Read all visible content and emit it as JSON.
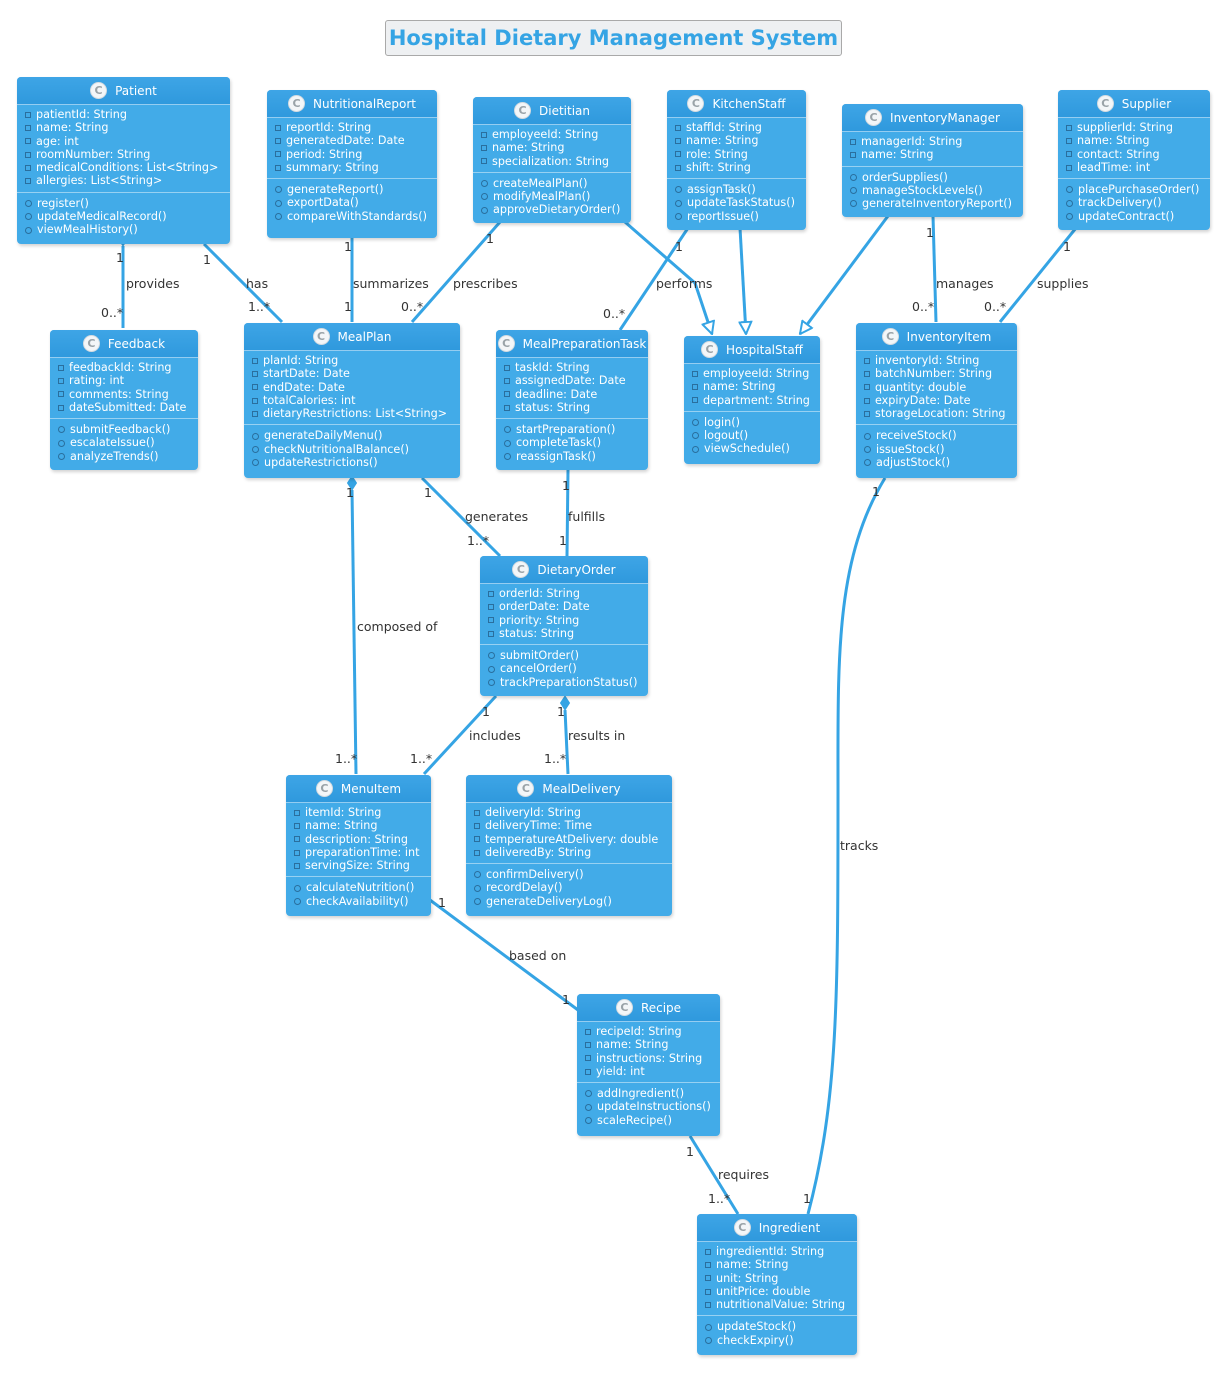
{
  "title": "Hospital Dietary Management System",
  "colors": {
    "class_fill": "#42abe8",
    "edge": "#35a4e4",
    "title": "#35a4e4"
  },
  "classes": {
    "patient": {
      "name": "Patient",
      "attributes": [
        "patientId: String",
        "name: String",
        "age: int",
        "roomNumber: String",
        "medicalConditions: List<String>",
        "allergies: List<String>"
      ],
      "methods": [
        "register()",
        "updateMedicalRecord()",
        "viewMealHistory()"
      ]
    },
    "nutritionalreport": {
      "name": "NutritionalReport",
      "attributes": [
        "reportId: String",
        "generatedDate: Date",
        "period: String",
        "summary: String"
      ],
      "methods": [
        "generateReport()",
        "exportData()",
        "compareWithStandards()"
      ]
    },
    "dietitian": {
      "name": "Dietitian",
      "attributes": [
        "employeeId: String",
        "name: String",
        "specialization: String"
      ],
      "methods": [
        "createMealPlan()",
        "modifyMealPlan()",
        "approveDietaryOrder()"
      ]
    },
    "kitchenstaff": {
      "name": "KitchenStaff",
      "attributes": [
        "staffId: String",
        "name: String",
        "role: String",
        "shift: String"
      ],
      "methods": [
        "assignTask()",
        "updateTaskStatus()",
        "reportIssue()"
      ]
    },
    "inventorymanager": {
      "name": "InventoryManager",
      "attributes": [
        "managerId: String",
        "name: String"
      ],
      "methods": [
        "orderSupplies()",
        "manageStockLevels()",
        "generateInventoryReport()"
      ]
    },
    "supplier": {
      "name": "Supplier",
      "attributes": [
        "supplierId: String",
        "name: String",
        "contact: String",
        "leadTime: int"
      ],
      "methods": [
        "placePurchaseOrder()",
        "trackDelivery()",
        "updateContract()"
      ]
    },
    "feedback": {
      "name": "Feedback",
      "attributes": [
        "feedbackId: String",
        "rating: int",
        "comments: String",
        "dateSubmitted: Date"
      ],
      "methods": [
        "submitFeedback()",
        "escalateIssue()",
        "analyzeTrends()"
      ]
    },
    "mealplan": {
      "name": "MealPlan",
      "attributes": [
        "planId: String",
        "startDate: Date",
        "endDate: Date",
        "totalCalories: int",
        "dietaryRestrictions: List<String>"
      ],
      "methods": [
        "generateDailyMenu()",
        "checkNutritionalBalance()",
        "updateRestrictions()"
      ]
    },
    "mealpreparationtask": {
      "name": "MealPreparationTask",
      "attributes": [
        "taskId: String",
        "assignedDate: Date",
        "deadline: Date",
        "status: String"
      ],
      "methods": [
        "startPreparation()",
        "completeTask()",
        "reassignTask()"
      ]
    },
    "hospitalstaff": {
      "name": "HospitalStaff",
      "attributes": [
        "employeeId: String",
        "name: String",
        "department: String"
      ],
      "methods": [
        "login()",
        "logout()",
        "viewSchedule()"
      ]
    },
    "inventoryitem": {
      "name": "InventoryItem",
      "attributes": [
        "inventoryId: String",
        "batchNumber: String",
        "quantity: double",
        "expiryDate: Date",
        "storageLocation: String"
      ],
      "methods": [
        "receiveStock()",
        "issueStock()",
        "adjustStock()"
      ]
    },
    "dietaryorder": {
      "name": "DietaryOrder",
      "attributes": [
        "orderId: String",
        "orderDate: Date",
        "priority: String",
        "status: String"
      ],
      "methods": [
        "submitOrder()",
        "cancelOrder()",
        "trackPreparationStatus()"
      ]
    },
    "menuitem": {
      "name": "MenuItem",
      "attributes": [
        "itemId: String",
        "name: String",
        "description: String",
        "preparationTime: int",
        "servingSize: String"
      ],
      "methods": [
        "calculateNutrition()",
        "checkAvailability()"
      ]
    },
    "mealdelivery": {
      "name": "MealDelivery",
      "attributes": [
        "deliveryId: String",
        "deliveryTime: Time",
        "temperatureAtDelivery: double",
        "deliveredBy: String"
      ],
      "methods": [
        "confirmDelivery()",
        "recordDelay()",
        "generateDeliveryLog()"
      ]
    },
    "recipe": {
      "name": "Recipe",
      "attributes": [
        "recipeId: String",
        "name: String",
        "instructions: String",
        "yield: int"
      ],
      "methods": [
        "addIngredient()",
        "updateInstructions()",
        "scaleRecipe()"
      ]
    },
    "ingredient": {
      "name": "Ingredient",
      "attributes": [
        "ingredientId: String",
        "name: String",
        "unit: String",
        "unitPrice: double",
        "nutritionalValue: String"
      ],
      "methods": [
        "updateStock()",
        "checkExpiry()"
      ]
    }
  },
  "relations": {
    "provides": {
      "from": "Patient",
      "to": "Feedback",
      "kind": "composition",
      "label": "provides",
      "from_mult": "1",
      "to_mult": "0..*"
    },
    "has": {
      "from": "Patient",
      "to": "MealPlan",
      "kind": "association",
      "label": "has",
      "from_mult": "1",
      "to_mult": "1..*"
    },
    "summarizes": {
      "from": "NutritionalReport",
      "to": "MealPlan",
      "kind": "association",
      "label": "summarizes",
      "from_mult": "1",
      "to_mult": "1"
    },
    "prescribes": {
      "from": "Dietitian",
      "to": "MealPlan",
      "kind": "association",
      "label": "prescribes",
      "from_mult": "1",
      "to_mult": "0..*"
    },
    "performs": {
      "from": "KitchenStaff",
      "to": "MealPreparationTask",
      "kind": "association",
      "label": "performs",
      "from_mult": "1",
      "to_mult": "0..*"
    },
    "dietitian_isa": {
      "from": "Dietitian",
      "to": "HospitalStaff",
      "kind": "generalization"
    },
    "kitchenstaff_isa": {
      "from": "KitchenStaff",
      "to": "HospitalStaff",
      "kind": "generalization"
    },
    "manager_isa": {
      "from": "InventoryManager",
      "to": "HospitalStaff",
      "kind": "generalization"
    },
    "manages": {
      "from": "InventoryManager",
      "to": "InventoryItem",
      "kind": "association",
      "label": "manages",
      "from_mult": "1",
      "to_mult": "0..*"
    },
    "supplies": {
      "from": "Supplier",
      "to": "InventoryItem",
      "kind": "association",
      "label": "supplies",
      "from_mult": "1",
      "to_mult": "0..*"
    },
    "generates": {
      "from": "MealPlan",
      "to": "DietaryOrder",
      "kind": "association",
      "label": "generates",
      "from_mult": "1",
      "to_mult": "1..*"
    },
    "composed_of": {
      "from": "MealPlan",
      "to": "MenuItem",
      "kind": "composition",
      "label": "composed of",
      "from_mult": "1",
      "to_mult": "1..*"
    },
    "fulfills": {
      "from": "MealPreparationTask",
      "to": "DietaryOrder",
      "kind": "association",
      "label": "fulfills",
      "from_mult": "1",
      "to_mult": "1"
    },
    "includes": {
      "from": "DietaryOrder",
      "to": "MenuItem",
      "kind": "association",
      "label": "includes",
      "from_mult": "1",
      "to_mult": "1..*"
    },
    "results_in": {
      "from": "DietaryOrder",
      "to": "MealDelivery",
      "kind": "composition",
      "label": "results in",
      "from_mult": "1",
      "to_mult": "1..*"
    },
    "tracks": {
      "from": "InventoryItem",
      "to": "Ingredient",
      "kind": "association",
      "label": "tracks",
      "from_mult": "1",
      "to_mult": "1"
    },
    "based_on": {
      "from": "MenuItem",
      "to": "Recipe",
      "kind": "association",
      "label": "based on",
      "from_mult": "1",
      "to_mult": "1"
    },
    "requires": {
      "from": "Recipe",
      "to": "Ingredient",
      "kind": "association",
      "label": "requires",
      "from_mult": "1",
      "to_mult": "1..*"
    }
  }
}
